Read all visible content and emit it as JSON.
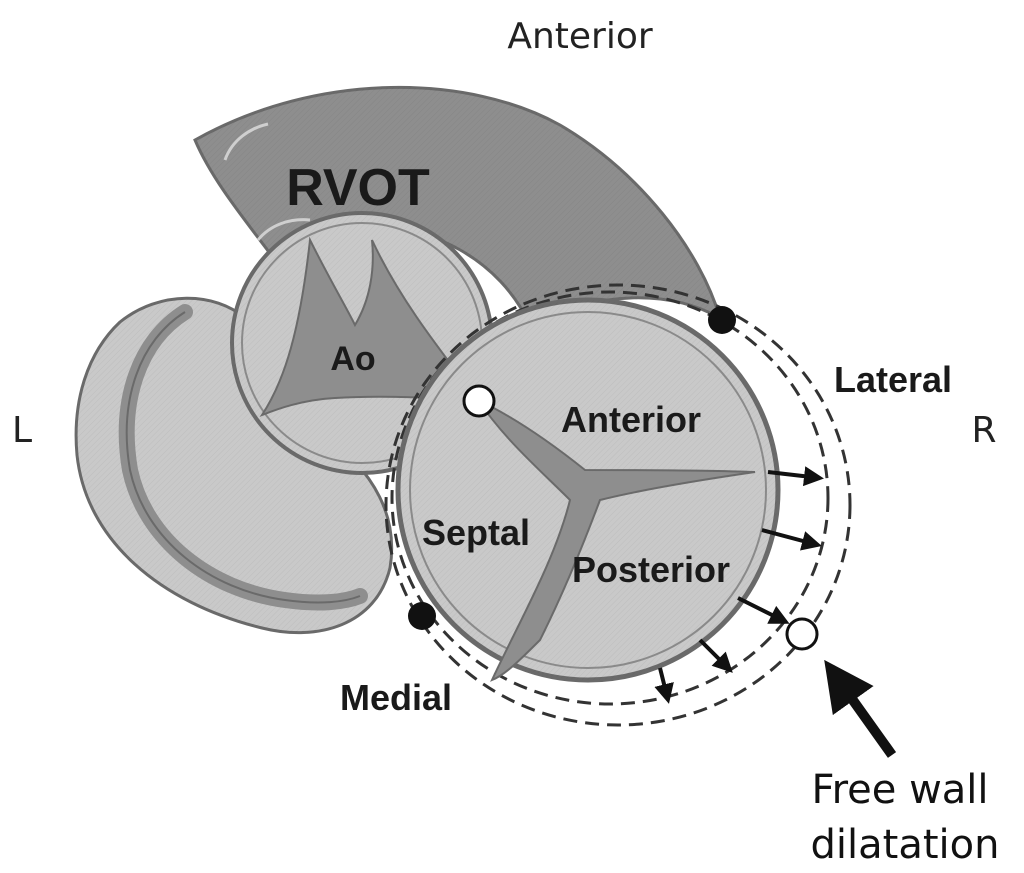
{
  "orientation": {
    "top": "Anterior",
    "left": "L",
    "right": "R"
  },
  "structures": {
    "rvot": "RVOT",
    "aorta": "Ao"
  },
  "tricuspid": {
    "anterior_leaflet": "Anterior",
    "septal_leaflet": "Septal",
    "posterior_leaflet": "Posterior"
  },
  "annulus": {
    "lateral": "Lateral",
    "medial": "Medial"
  },
  "caption": {
    "line1": "Free wall",
    "line2": "dilatation"
  },
  "colors": {
    "dark_fill": "#8e8e8e",
    "light_fill": "#c9c9c9",
    "outline": "#6a6a6a",
    "dashed": "#333333",
    "marker_dark": "#111111",
    "marker_open": "#ffffff"
  }
}
